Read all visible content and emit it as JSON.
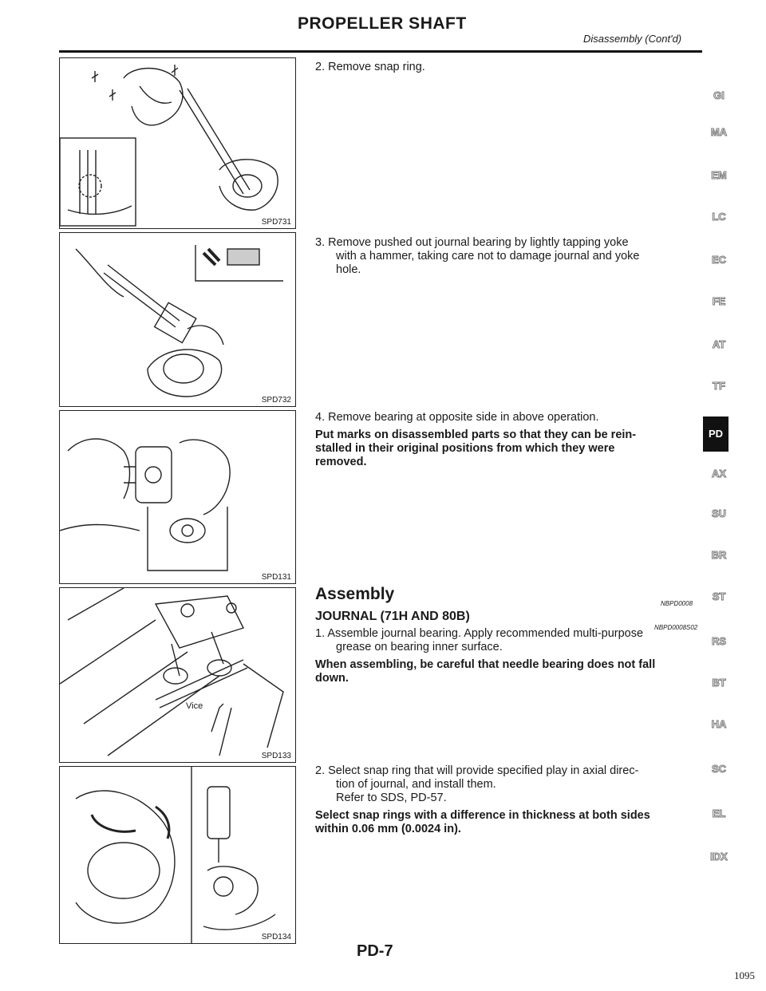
{
  "header": {
    "title": "PROPELLER SHAFT",
    "subtitle": "Disassembly (Cont'd)"
  },
  "figures": [
    {
      "label": "SPD731"
    },
    {
      "label": "SPD732"
    },
    {
      "label": "SPD131"
    },
    {
      "label": "SPD133",
      "callout": "Vice"
    },
    {
      "label": "SPD134"
    }
  ],
  "steps": {
    "s2_remove": "2.  Remove snap ring.",
    "s3_line1": "3.  Remove pushed out journal bearing by lightly tapping yoke",
    "s3_line2": "with a hammer, taking care not to damage journal and yoke",
    "s3_line3": "hole.",
    "s4_line1": "4.  Remove bearing at opposite side in above operation.",
    "s4_bold1": "Put marks on disassembled parts so that they can be rein-",
    "s4_bold2": "stalled in their original positions from which they were",
    "s4_bold3": "removed."
  },
  "assembly": {
    "heading": "Assembly",
    "heading_tag": "NBPD0008",
    "sub_heading": "JOURNAL (71H AND 80B)",
    "sub_tag": "NBPD0008S02",
    "a1_line1": "1.  Assemble journal bearing. Apply recommended multi-purpose",
    "a1_line2": "grease on bearing inner surface.",
    "a1_bold1": "When assembling, be careful that needle bearing does not fall",
    "a1_bold2": "down.",
    "a2_line1": "2.  Select snap ring that will provide specified play in axial direc-",
    "a2_line2": "tion of journal, and install them.",
    "a2_line3": "Refer to SDS, PD-57.",
    "a2_bold1": "Select snap rings with a difference in thickness at both sides",
    "a2_bold2": "within 0.06 mm (0.0024 in)."
  },
  "side_tabs": [
    "GI",
    "MA",
    "EM",
    "LC",
    "EC",
    "FE",
    "AT",
    "TF",
    "PD",
    "AX",
    "SU",
    "BR",
    "ST",
    "RS",
    "BT",
    "HA",
    "SC",
    "EL",
    "IDX"
  ],
  "active_tab": "PD",
  "footer": {
    "page_code": "PD-7",
    "page_number": "1095"
  }
}
